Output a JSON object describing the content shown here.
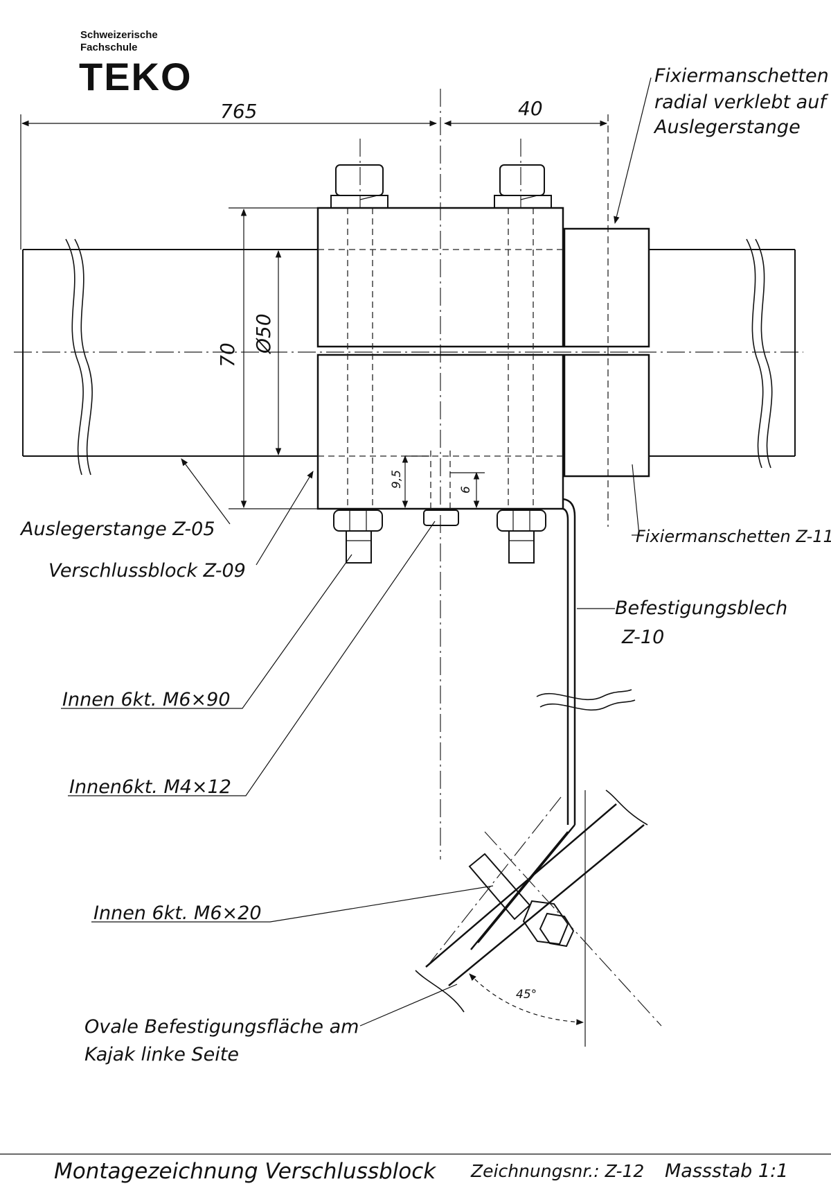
{
  "logo": {
    "line1": "Schweizerische",
    "line2": "Fachschule",
    "name": "TEKO"
  },
  "dimensions": {
    "width_left": "765",
    "width_right": "40",
    "height_total": "70",
    "diameter": "Ø50",
    "slot_depth": "9,5",
    "slot_inner": "6",
    "angle": "45°"
  },
  "labels": {
    "fixier_top_1": "Fixiermanschetten",
    "fixier_top_2": "radial verklebt auf",
    "fixier_top_3": "Auslegerstange",
    "auslegerstange": "Auslegerstange Z-05",
    "verschlussblock": "Verschlussblock Z-09",
    "fixier_bottom": "Fixiermanschetten Z-11",
    "befestigung_1": "Befestigungsblech",
    "befestigung_2": "Z-10",
    "screw_1": "Innen 6kt. M6×90",
    "screw_2": "Innen6kt. M4×12",
    "screw_3": "Innen 6kt. M6×20",
    "oval_1": "Ovale Befestigungsfläche am",
    "oval_2": "Kajak linke Seite"
  },
  "title_block": {
    "title": "Montagezeichnung Verschlussblock",
    "drawing_no": "Zeichnungsnr.: Z-12",
    "scale": "Massstab 1:1"
  }
}
